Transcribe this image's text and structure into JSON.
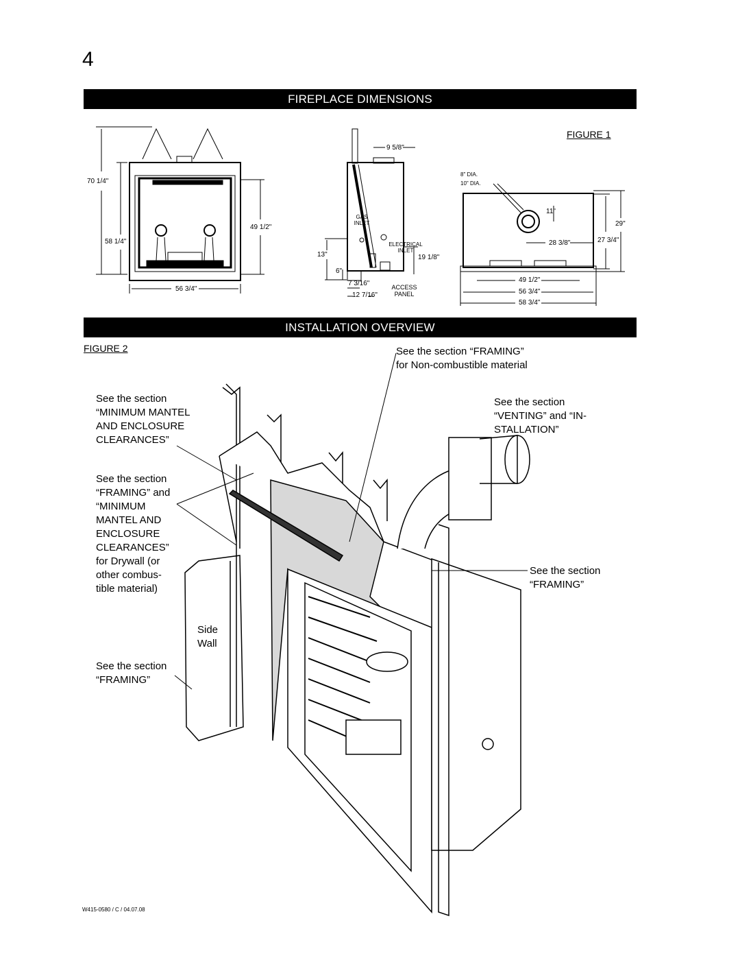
{
  "page_number": "4",
  "sections": {
    "dimensions_title": "FIREPLACE DIMENSIONS",
    "installation_title": "INSTALLATION OVERVIEW"
  },
  "figure1": {
    "label": "FIGURE 1",
    "front": {
      "height_total": "70 1/4\"",
      "height_opening": "58 1/4\"",
      "height_inner": "49 1/2\"",
      "width": "56 3/4\""
    },
    "side": {
      "top_width": "9 5/8\"",
      "gas_inlet": "GAS INLET",
      "electrical_inlet": "ELECTRICAL INLET",
      "dim_13": "13\"",
      "dim_6": "6\"",
      "dim_19": "19 1/8\"",
      "dim_7": "7 3/16\"",
      "dim_12": "12 7/16\"",
      "access_panel": "ACCESS PANEL"
    },
    "top": {
      "dia8": "8\" DIA.",
      "dia10": "10\" DIA.",
      "dim_11": "11\"",
      "dim_28": "28 3/8\"",
      "dim_29": "29\"",
      "dim_27": "27 3/4\"",
      "dim_49": "49 1/2\"",
      "dim_56": "56 3/4\"",
      "dim_58": "58 3/4\""
    }
  },
  "figure2": {
    "label": "FIGURE 2",
    "callouts": {
      "noncombustible": [
        "See the section “FRAMING”",
        "for Non-combustible material"
      ],
      "mantel": [
        "See the section",
        "“MINIMUM MANTEL",
        "AND ENCLOSURE",
        "CLEARANCES”"
      ],
      "venting": [
        "See the section",
        "“VENTING” and “IN-",
        "STALLATION”"
      ],
      "drywall": [
        "See the section",
        "“FRAMING” and",
        "“MINIMUM",
        "MANTEL AND",
        "ENCLOSURE",
        "CLEARANCES”",
        "for Drywall (or",
        "other combus-",
        "tible material)"
      ],
      "framing_right": [
        "See the section",
        "“FRAMING”"
      ],
      "side_wall": [
        "Side",
        "Wall"
      ],
      "framing_bottom": [
        "See the section",
        "“FRAMING”"
      ]
    }
  },
  "footer": "W415-0580 / C / 04.07.08"
}
